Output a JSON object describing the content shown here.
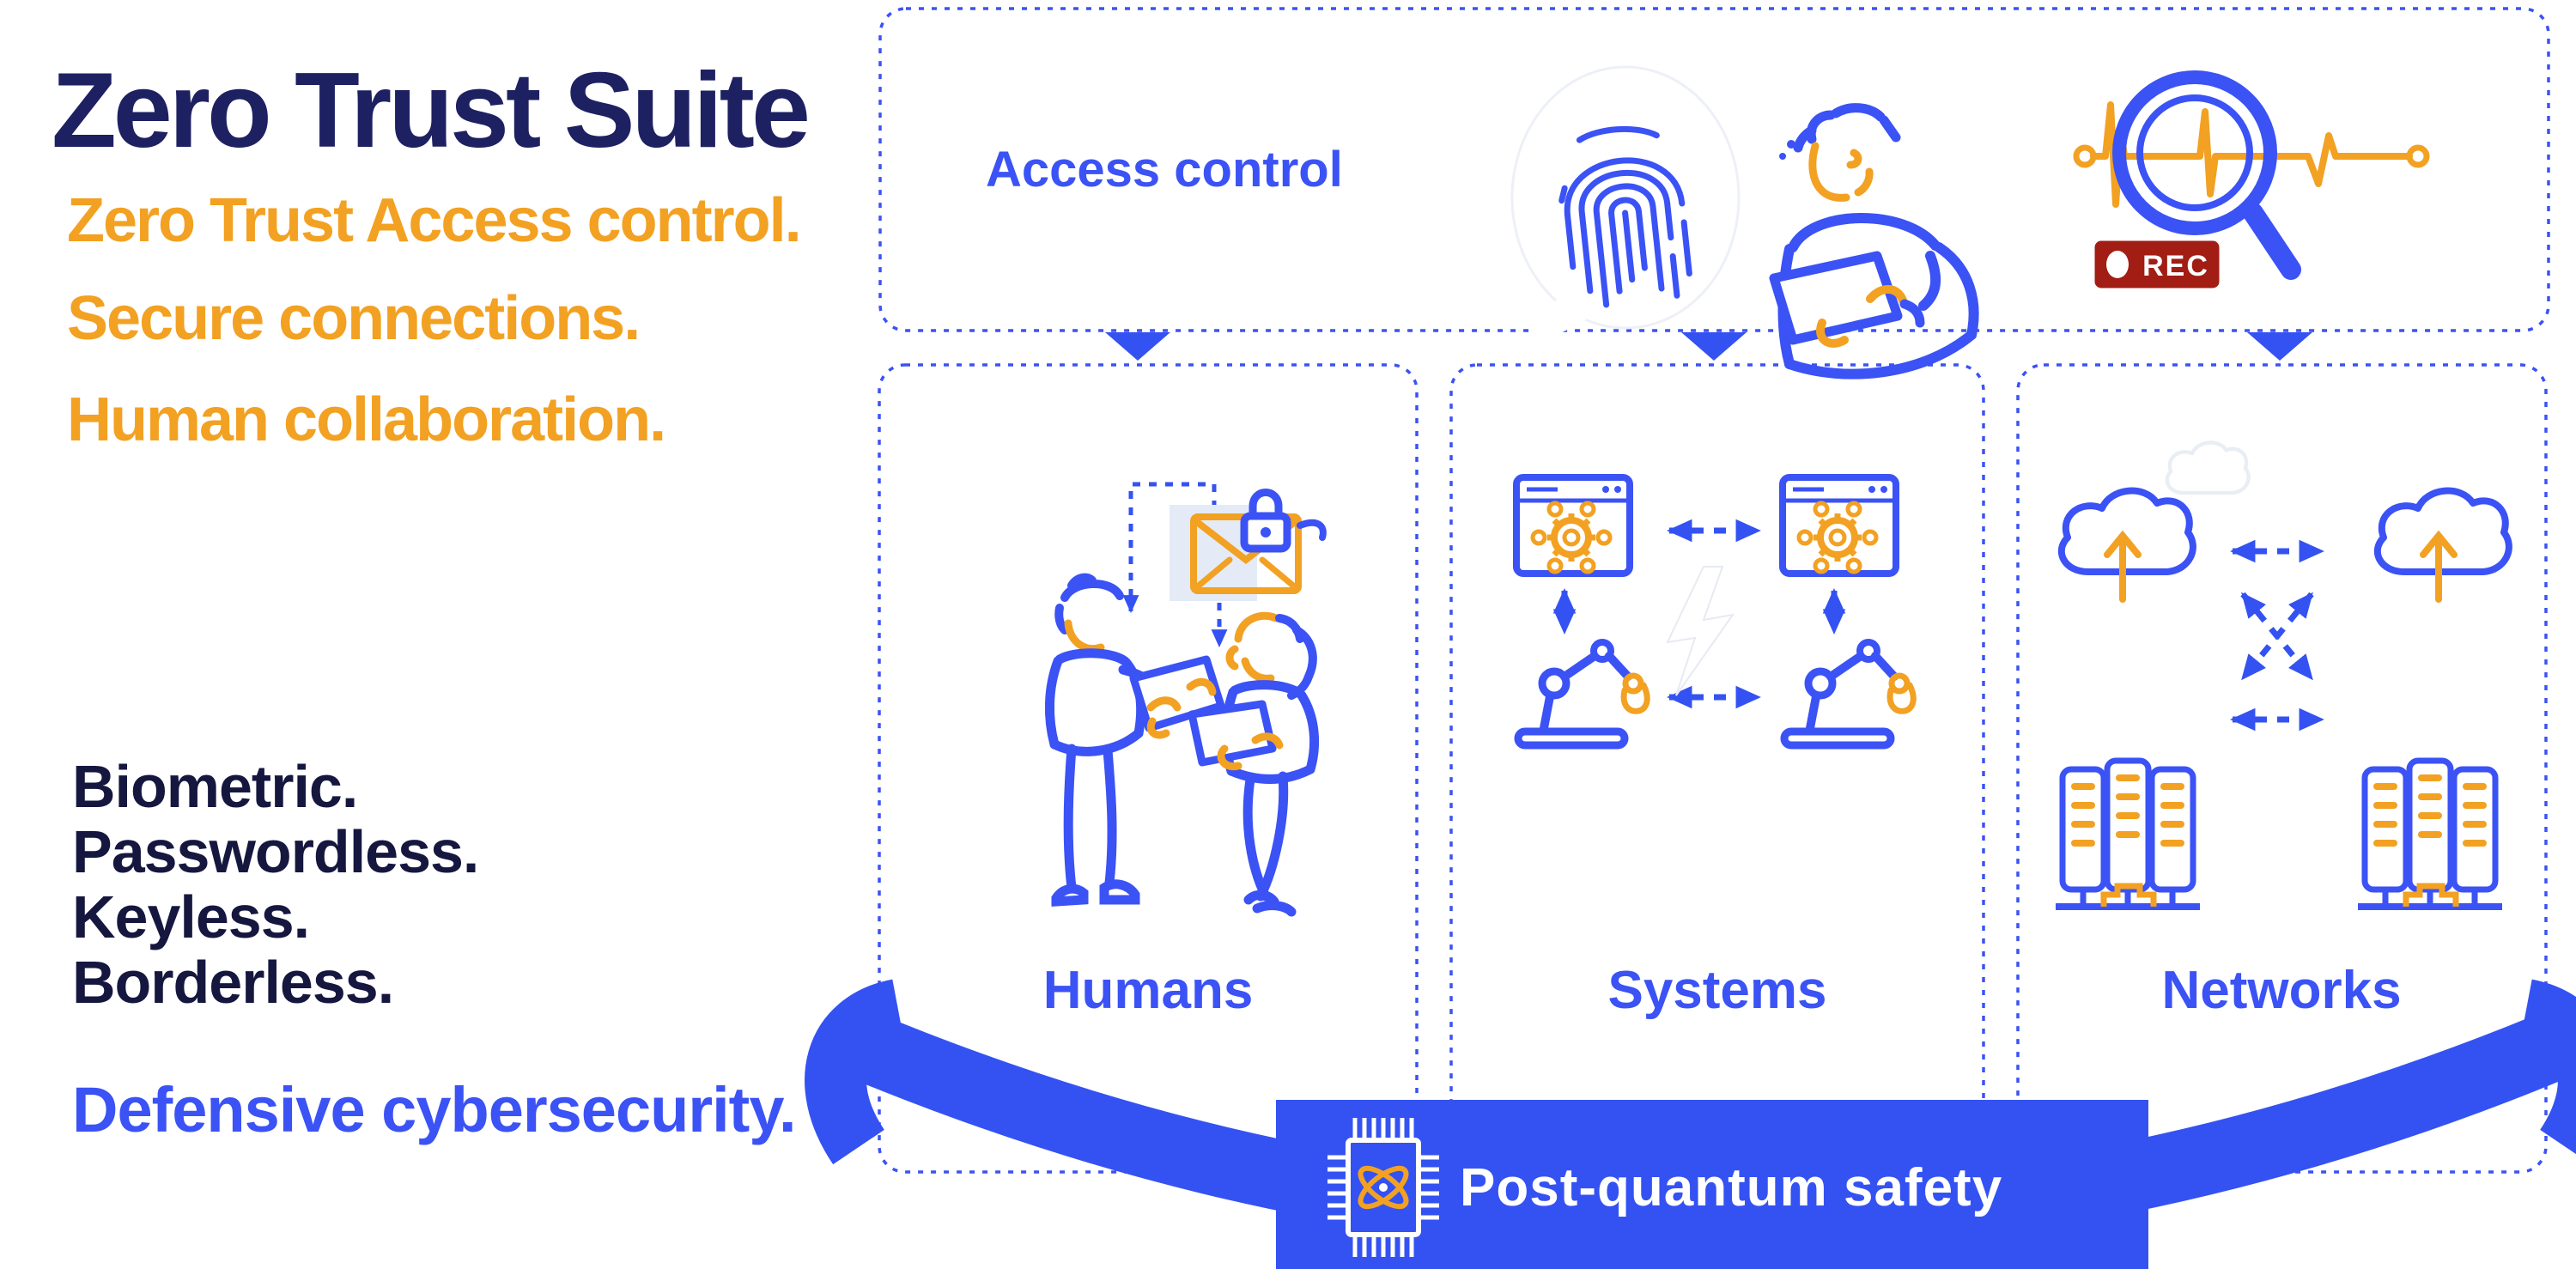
{
  "colors": {
    "accent_blue": "#3B52F5",
    "fill_blue": "#3452F2",
    "navy_title": "#1E2161",
    "navy_list": "#15173F",
    "orange": "#F2A122",
    "rec_red": "#A21D13",
    "panel_light_blue": "#E4EBF7",
    "white": "#FFFFFF"
  },
  "left_panel": {
    "title": "Zero Trust Suite",
    "tagline_lines": [
      "Zero Trust Access control.",
      "Secure connections.",
      "Human collaboration."
    ],
    "features": "Biometric.\nPasswordless.\nKeyless.\nBorderless.",
    "footer": "Defensive cybersecurity."
  },
  "diagram": {
    "access_control": {
      "label": "Access control"
    },
    "columns": [
      {
        "label": "Humans"
      },
      {
        "label": "Systems"
      },
      {
        "label": "Networks"
      }
    ],
    "rec_badge": {
      "label": "REC"
    },
    "banner": {
      "label": "Post-quantum safety"
    },
    "icons": [
      "fingerprint-speech-bubble-icon",
      "person-reading-tablet-icon",
      "audit-trail-magnifier-icon",
      "rec-badge-icon",
      "encrypted-email-icon",
      "padlock-icon",
      "man-with-tablet-icon",
      "woman-with-tablet-icon",
      "app-window-gear-icon",
      "robot-arm-icon",
      "lightning-bolt-icon",
      "cloud-upload-icon",
      "small-cloud-icon",
      "server-rack-icon",
      "post-quantum-chip-icon"
    ]
  }
}
